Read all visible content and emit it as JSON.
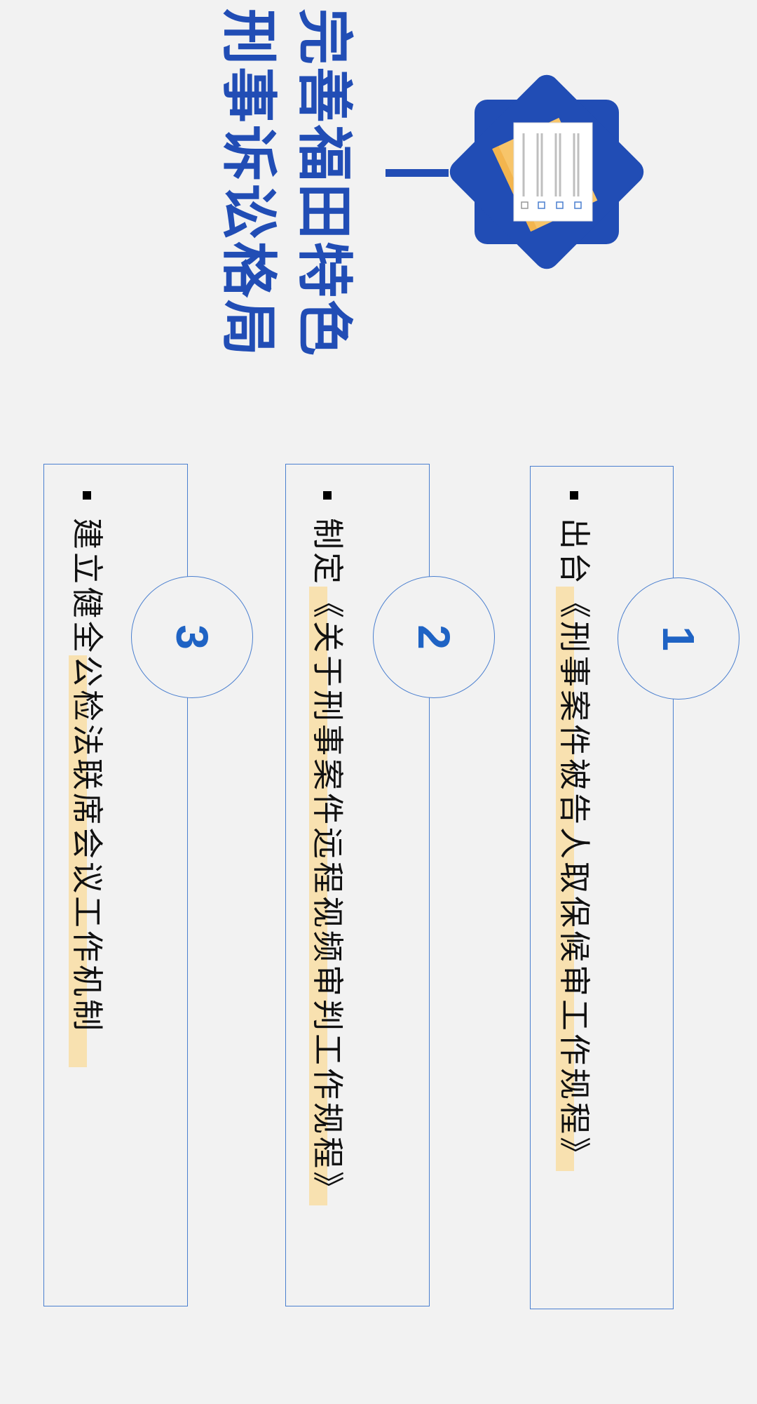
{
  "title": {
    "line1": "完善福田特色",
    "line2": "刑事诉讼格局"
  },
  "colors": {
    "background": "#F2F2F2",
    "title": "#214DB5",
    "accent": "#1F63C4",
    "border": "#4A7FCF",
    "highlight": "#F8E1B0"
  },
  "icon": "document-checklist-icon",
  "items": [
    {
      "number": "1",
      "prefix": "出台",
      "highlight": "《刑事案件被告人取保候审工作规程》"
    },
    {
      "number": "2",
      "prefix": "制定",
      "highlight": "《关于刑事案件远程视频审判工作规程》"
    },
    {
      "number": "3",
      "prefix": "建立健全",
      "highlight": "公检法联席会议工作机制"
    }
  ]
}
